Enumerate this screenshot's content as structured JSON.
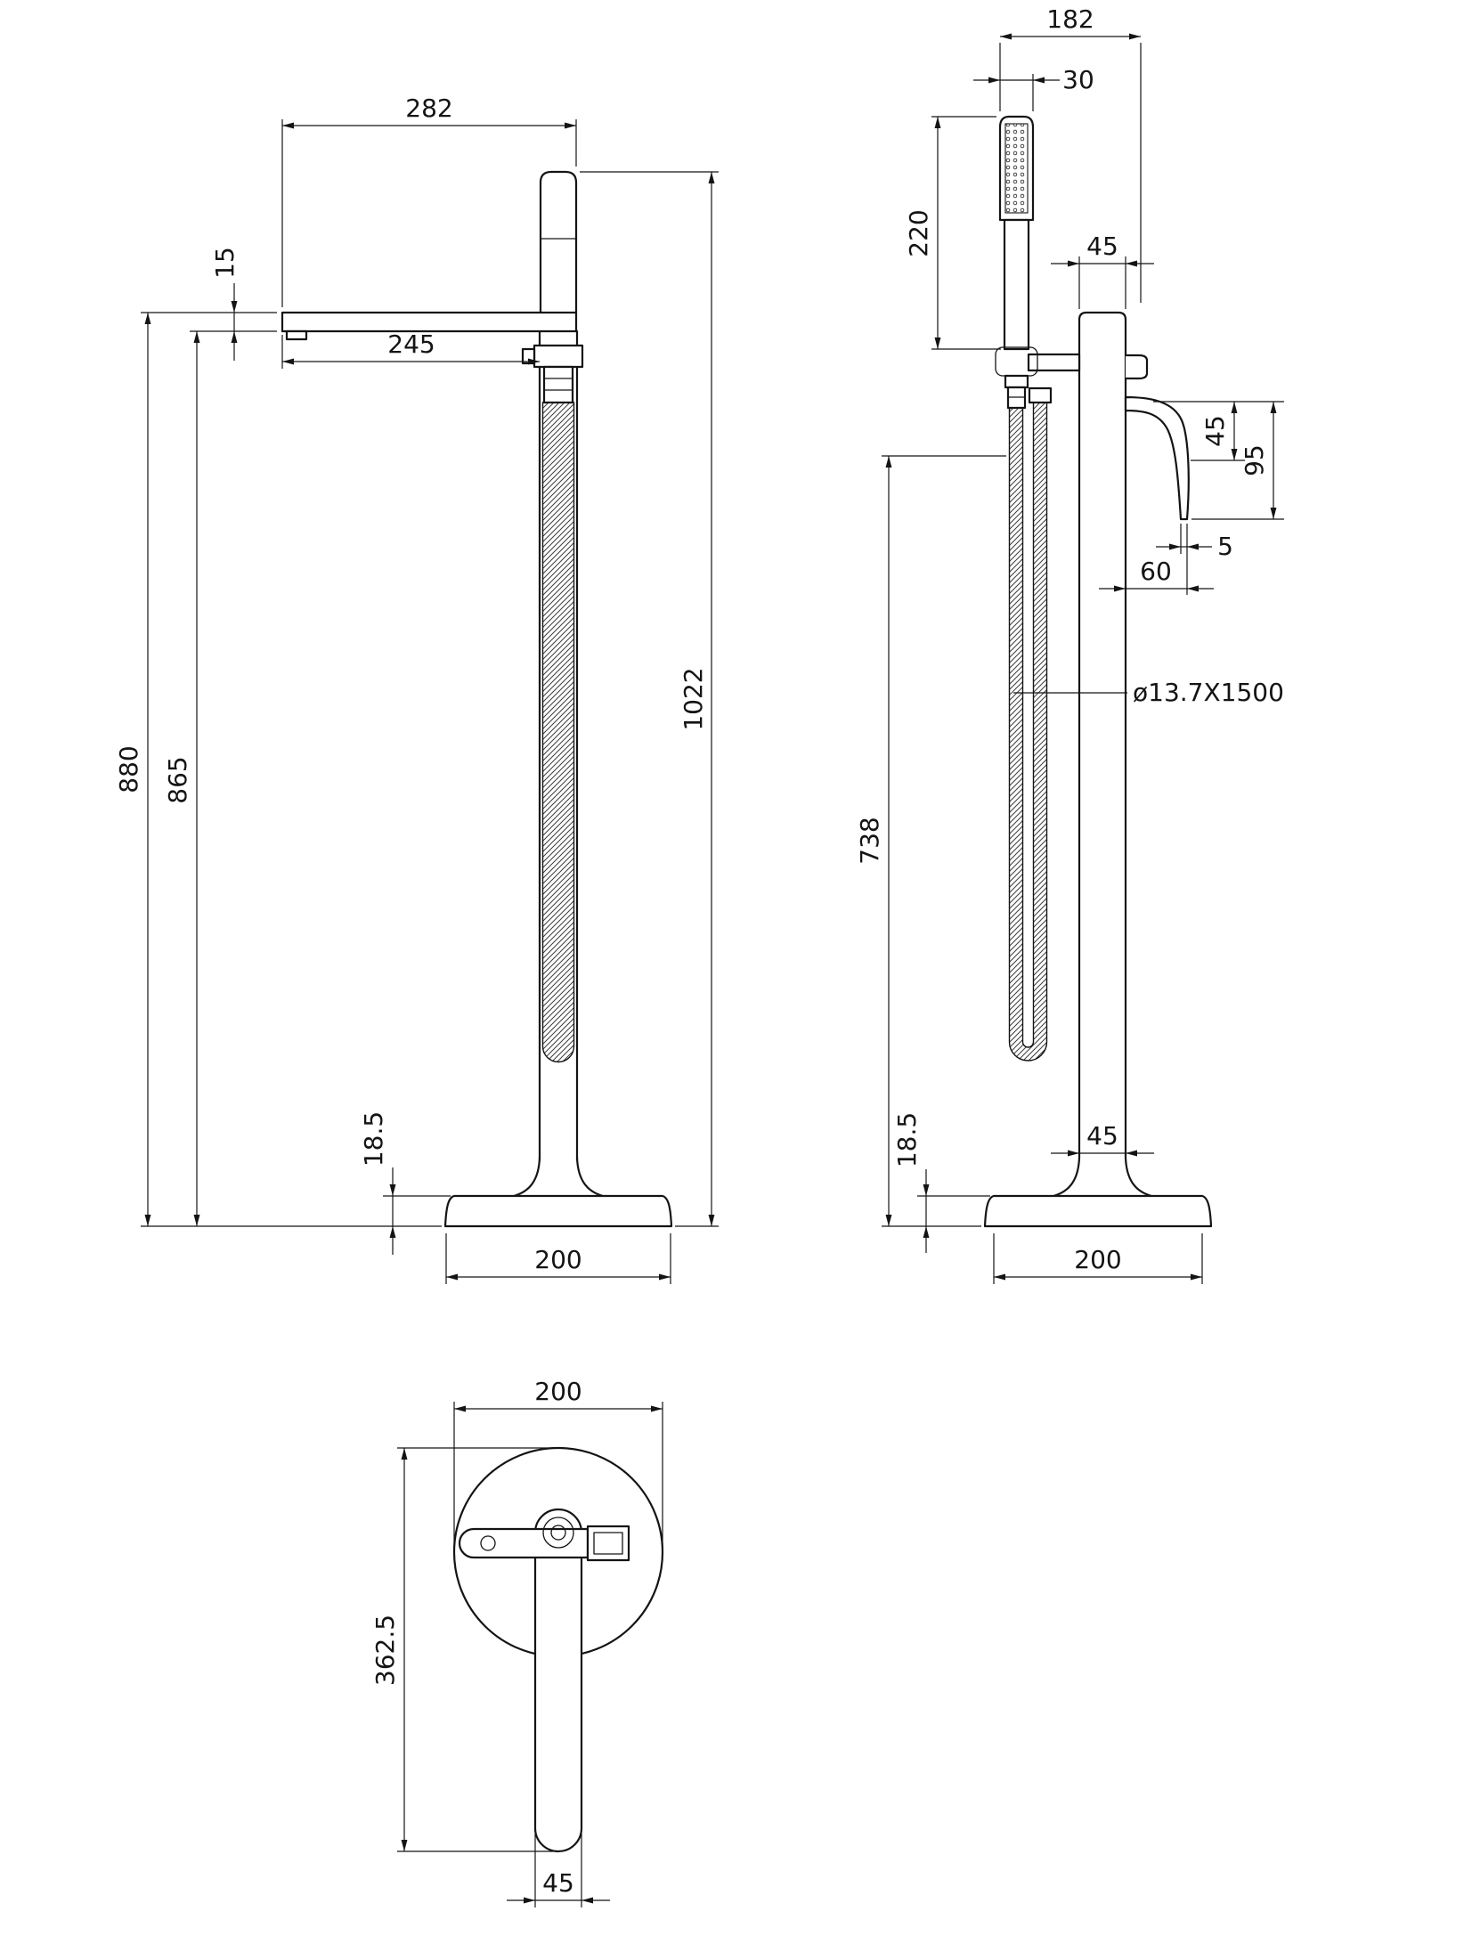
{
  "drawing": {
    "front": {
      "spout_span": "282",
      "spout_thickness": "15",
      "spout_reach": "245",
      "overall_height": "1022",
      "height_spout_top": "880",
      "height_spout_bottom": "865",
      "base_thickness": "18.5",
      "base_width": "200"
    },
    "side": {
      "handset_offset": "182",
      "head_width": "30",
      "handset_length": "220",
      "column_width": "45",
      "lever_rise": "45",
      "lever_height": "95",
      "lever_tip_thickness": "5",
      "lever_reach": "60",
      "hose_spec": "ø13.7X1500",
      "outlet_height": "738",
      "base_thickness": "18.5",
      "column_width_base": "45",
      "base_width": "200"
    },
    "top": {
      "base_diameter": "200",
      "spout_length": "362.5",
      "spout_width": "45"
    }
  },
  "colors": {
    "line": "#141414",
    "background": "#ffffff"
  }
}
